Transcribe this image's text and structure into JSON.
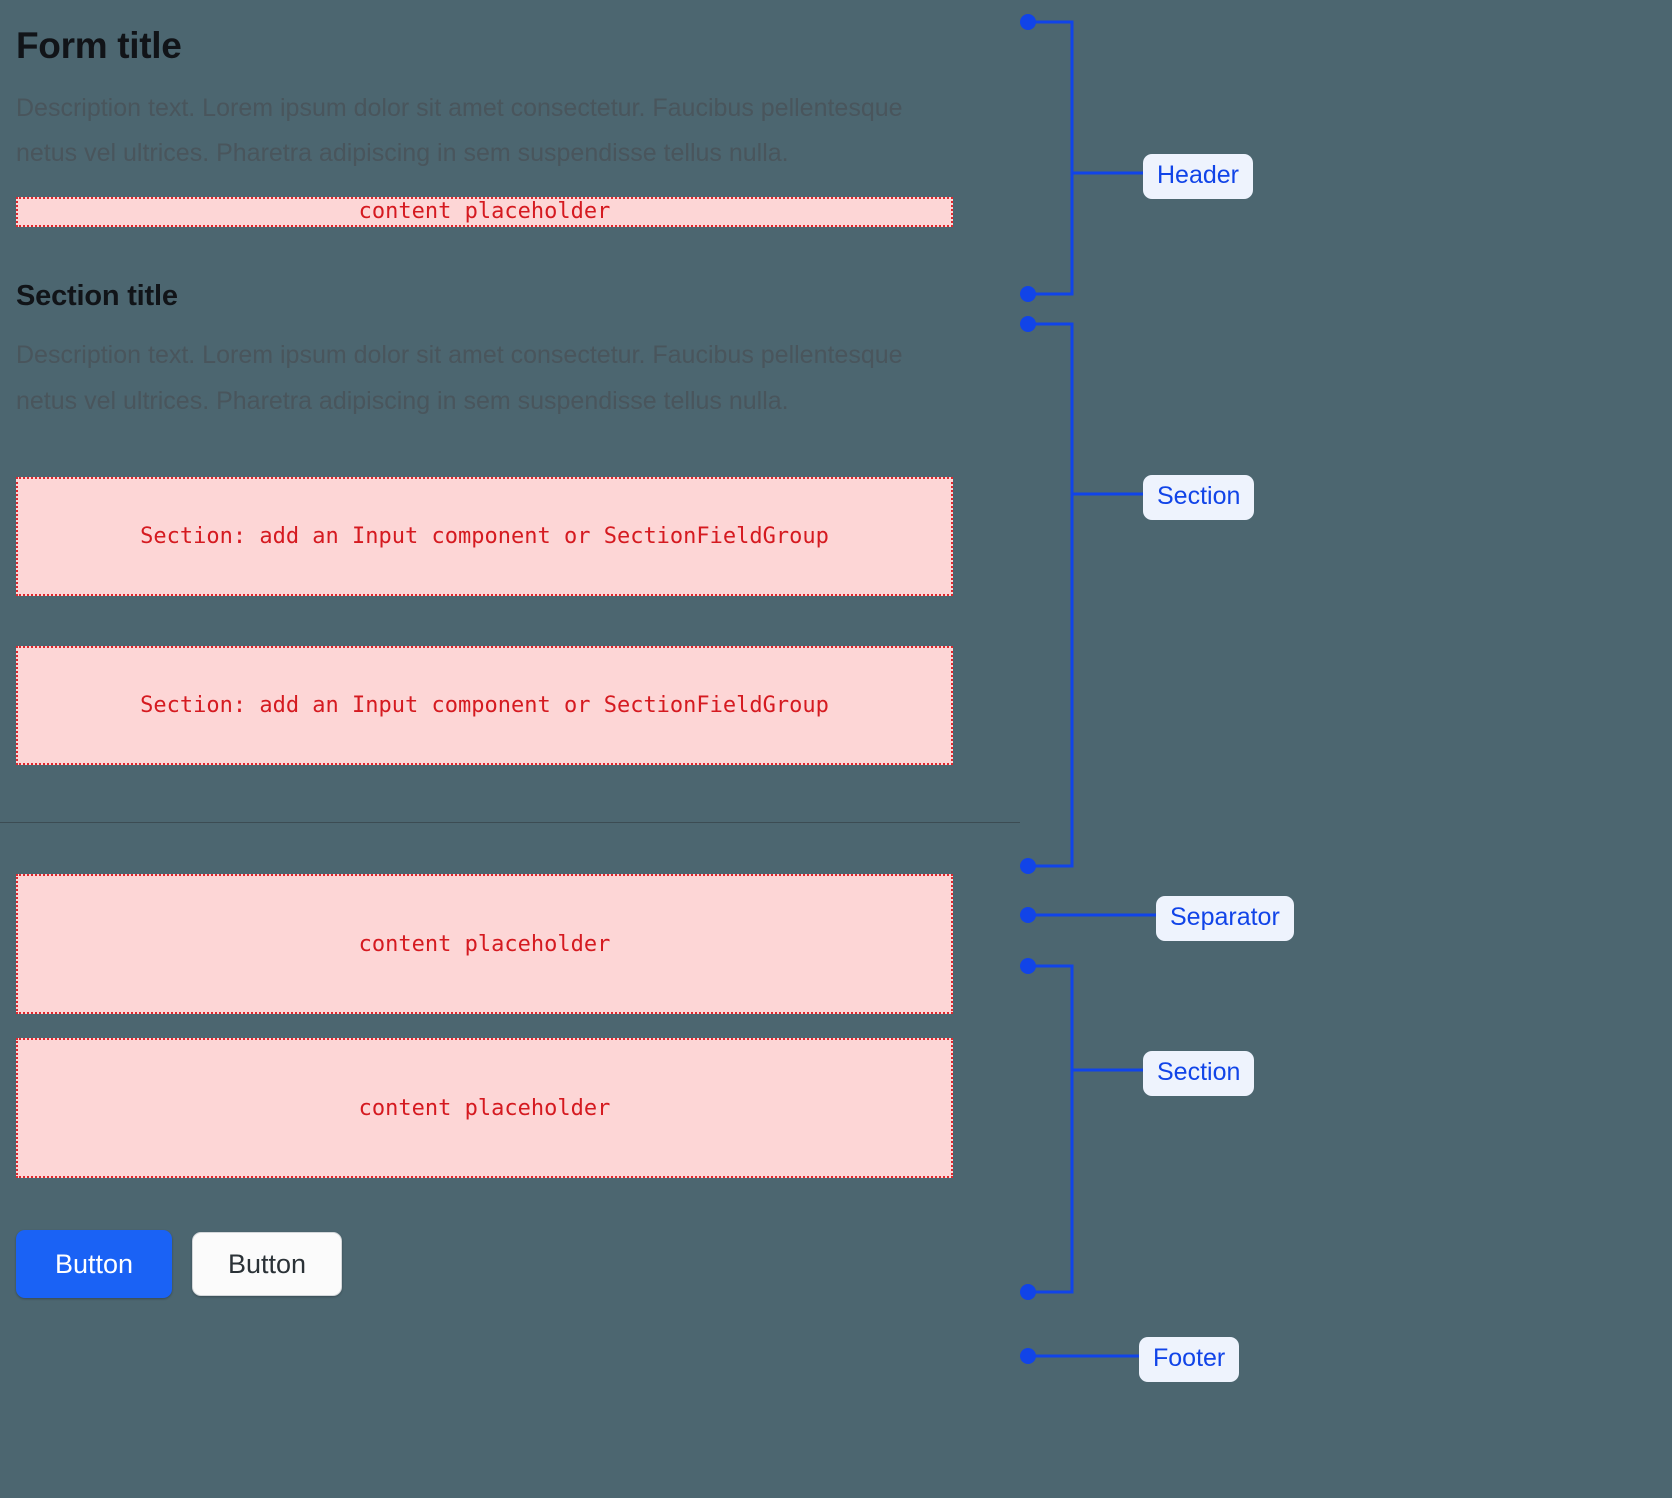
{
  "theme": {
    "background": "#4c6670",
    "title_color": "#111418",
    "description_color": "#49555c",
    "placeholder_bg": "#fdd6d6",
    "placeholder_border": "#e0282e",
    "placeholder_text": "#d51a20",
    "annotation_blue": "#1144e8",
    "badge_bg": "#eef3fd",
    "primary_button_bg": "#1a62f5",
    "separator_color": "#3c4c53"
  },
  "form": {
    "header": {
      "title": "Form title",
      "description": "Description text. Lorem ipsum dolor sit amet consectetur. Faucibus pellentesque netus vel ultrices. Pharetra adipiscing in sem suspendisse tellus nulla.",
      "placeholder": "content placeholder"
    },
    "section": {
      "title": "Section title",
      "description": "Description text. Lorem ipsum dolor sit amet consectetur. Faucibus pellentesque netus vel ultrices. Pharetra adipiscing in sem suspendisse tellus nulla.",
      "field_placeholder_1": "Section: add an Input component or SectionFieldGroup",
      "field_placeholder_2": "Section: add an Input component or SectionFieldGroup"
    },
    "section_two": {
      "placeholder_1": "content placeholder",
      "placeholder_2": "content placeholder"
    },
    "footer": {
      "primary_button": "Button",
      "secondary_button": "Button"
    }
  },
  "annotations": [
    {
      "label": "Header"
    },
    {
      "label": "Section"
    },
    {
      "label": "Separator"
    },
    {
      "label": "Section"
    },
    {
      "label": "Footer"
    }
  ]
}
